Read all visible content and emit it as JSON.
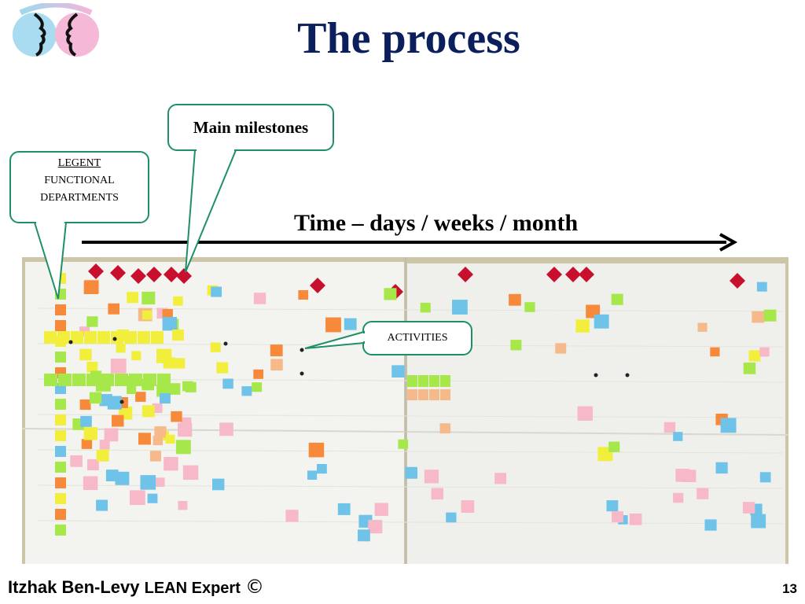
{
  "slide": {
    "title": "The process",
    "time_axis_label": "Time – days / weeks / month",
    "callouts": {
      "milestones": "Main milestones",
      "legend_line1": "LEGENT",
      "legend_line2": "FUNCTIONAL",
      "legend_line3": "DEPARTMENTS",
      "activities": "ACTIVITIES"
    },
    "footer": {
      "author": "Itzhak Ben-Levy",
      "role": "LEAN Expert",
      "copyright_symbol": "©",
      "page_number": "13"
    },
    "colors": {
      "title": "#0b1f5c",
      "callout_border": "#1f8f66",
      "milestone_marker": "#c8102e",
      "note_orange": "#f7893a",
      "note_yellow": "#f2ee3c",
      "note_green": "#a6e84a",
      "note_blue": "#6fc3e8",
      "note_pink": "#f7b9c8",
      "note_peach": "#f5b98a"
    },
    "icons": {
      "logo": "two-faces-logo",
      "milestone": "red-diamond-icon"
    }
  }
}
